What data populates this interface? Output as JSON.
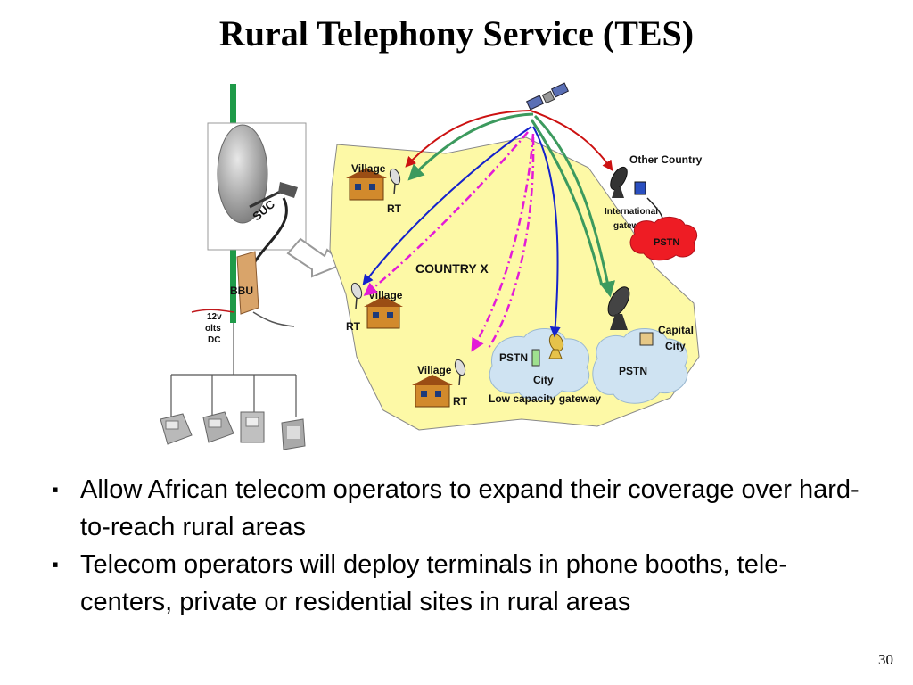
{
  "slide": {
    "title": "Rural Telephony Service (TES)",
    "page_number": "30"
  },
  "diagram": {
    "country_label": "COUNTRY X",
    "villages": [
      {
        "village_label": "Village",
        "terminal_label": "RT"
      },
      {
        "village_label": "Village",
        "terminal_label": "RT"
      },
      {
        "village_label": "Village",
        "terminal_label": "RT"
      }
    ],
    "city": {
      "pstn_label": "PSTN",
      "city_label": "City",
      "gateway_label": "Low capacity  gateway"
    },
    "capital": {
      "pstn_label": "PSTN",
      "name_line1": "Capital",
      "name_line2": "City"
    },
    "other_country": {
      "title": "Other Country",
      "gateway_line1": "International",
      "gateway_line2": "gateway",
      "pstn_label": "PSTN"
    },
    "equipment": {
      "suc_label": "SUC",
      "bbu_label": "BBU",
      "power_line1": "12v",
      "power_line2": "olts",
      "power_line3": "DC"
    },
    "colors": {
      "map_fill": "#fdf9a6",
      "cloud_fill": "#cfe3f2",
      "pstn_red": "#ee1c24",
      "link_red": "#cc1111",
      "link_green": "#3c9a5e",
      "link_blue": "#1522cc",
      "link_magenta": "#e31ad7",
      "pole_green": "#1e9a48",
      "bbu_fill": "#d9a46a"
    }
  },
  "bullets": [
    {
      "text": "Allow African telecom operators to expand their coverage over hard-to-reach rural areas"
    },
    {
      "text": "Telecom operators will deploy terminals in phone booths, tele-centers, private or residential sites in rural areas"
    }
  ]
}
